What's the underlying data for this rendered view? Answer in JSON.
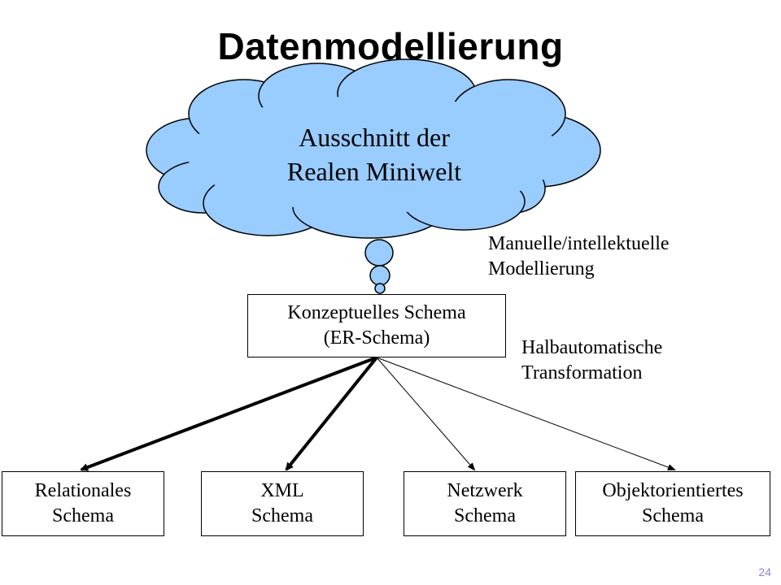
{
  "title": "Datenmodellierung",
  "cloud": {
    "line1": "Ausschnitt der",
    "line2": "Realen Miniwelt",
    "fill": "#99ccff"
  },
  "conceptual": {
    "line1": "Konzeptuelles Schema",
    "line2": "(ER-Schema)"
  },
  "annotations": {
    "manual": {
      "line1": "Manuelle/intellektuelle",
      "line2": "Modellierung"
    },
    "semi": {
      "line1": "Halbautomatische",
      "line2": "Transformation"
    }
  },
  "targets": [
    {
      "line1": "Relationales",
      "line2": "Schema"
    },
    {
      "line1": "XML",
      "line2": "Schema"
    },
    {
      "line1": "Netzwerk",
      "line2": "Schema"
    },
    {
      "line1": "Objektorientiertes",
      "line2": "Schema"
    }
  ],
  "page_number": "24"
}
